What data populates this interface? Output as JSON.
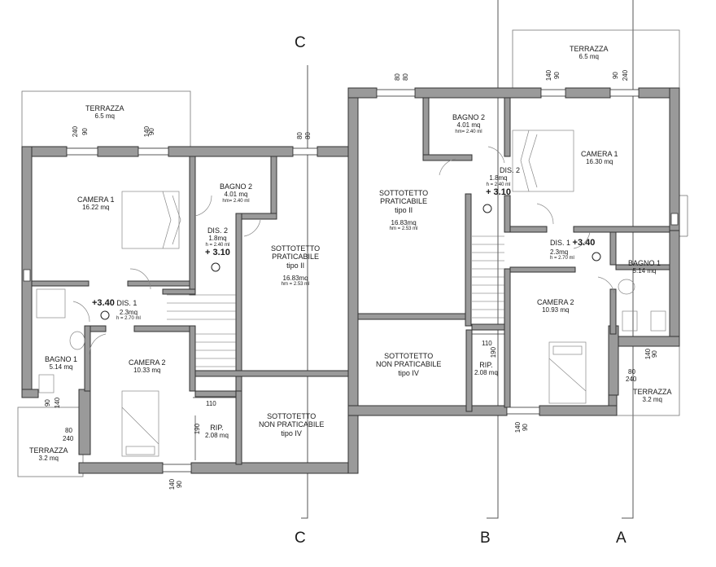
{
  "left_unit": {
    "terrazza_top": {
      "name": "TERRAZZA",
      "area": "6.5 mq"
    },
    "camera1": {
      "name": "CAMERA 1",
      "area": "16.22 mq"
    },
    "bagno2": {
      "name": "BAGNO 2",
      "area": "4.01 mq",
      "hm": "hm= 2.40 ml"
    },
    "dis2": {
      "name": "DIS. 2",
      "area": "1.8mq",
      "h": "h = 2.40 ml",
      "level": "+ 3.10"
    },
    "sottotetto_prat": {
      "name1": "SOTTOTETTO",
      "name2": "PRATICABILE",
      "tipo": "tipo II",
      "area": "16.83mq",
      "hm": "hm = 2.53 ml"
    },
    "dis1": {
      "name": "DIS. 1",
      "area": "2.3mq",
      "h": "h = 2.70 ml",
      "level": "+3.40"
    },
    "bagno1": {
      "name": "BAGNO 1",
      "area": "5.14 mq"
    },
    "camera2": {
      "name": "CAMERA 2",
      "area": "10.33 mq"
    },
    "rip": {
      "name": "RIP.",
      "area": "2.08 mq"
    },
    "sottotetto_nonprat": {
      "name1": "SOTTOTETTO",
      "name2": "NON PRATICABILE",
      "tipo": "tipo IV"
    },
    "terrazza_bottom": {
      "name": "TERRAZZA",
      "area": "3.2 mq"
    }
  },
  "right_unit": {
    "terrazza_top": {
      "name": "TERRAZZA",
      "area": "6.5 mq"
    },
    "bagno2": {
      "name": "BAGNO 2",
      "area": "4.01 mq",
      "hm": "hm= 2.40 ml"
    },
    "dis2": {
      "name": "DIS. 2",
      "area": "1.8mq",
      "h": "h = 2.40 ml",
      "level": "+ 3.10"
    },
    "sottotetto_prat": {
      "name1": "SOTTOTETTO",
      "name2": "PRATICABILE",
      "tipo": "tipo II",
      "area": "16.83mq",
      "hm": "hm = 2.53 ml"
    },
    "camera1": {
      "name": "CAMERA 1",
      "area": "16.30 mq"
    },
    "dis1": {
      "name": "DIS. 1",
      "area": "2.3mq",
      "h": "h = 2.70 ml",
      "level": "+3.40"
    },
    "bagno1": {
      "name": "BAGNO 1",
      "area": "5.14 mq"
    },
    "camera2": {
      "name": "CAMERA 2",
      "area": "10.93 mq"
    },
    "sottotetto_nonprat": {
      "name1": "SOTTOTETTO",
      "name2": "NON PRATICABILE",
      "tipo": "tipo IV"
    },
    "rip": {
      "name": "RIP.",
      "area": "2.08 mq"
    },
    "terrazza_bottom": {
      "name": "TERRAZZA",
      "area": "3.2 mq"
    }
  },
  "section_labels": {
    "a": "A",
    "b": "B",
    "c_top": "C",
    "c_bottom": "C"
  },
  "dims": {
    "d80": "80",
    "d240": "240",
    "d90": "90",
    "d140": "140",
    "d110": "110",
    "d190": "190"
  },
  "colors": {
    "wall": "#9a9a9a",
    "wall_outline": "#333333",
    "line": "#555555"
  }
}
